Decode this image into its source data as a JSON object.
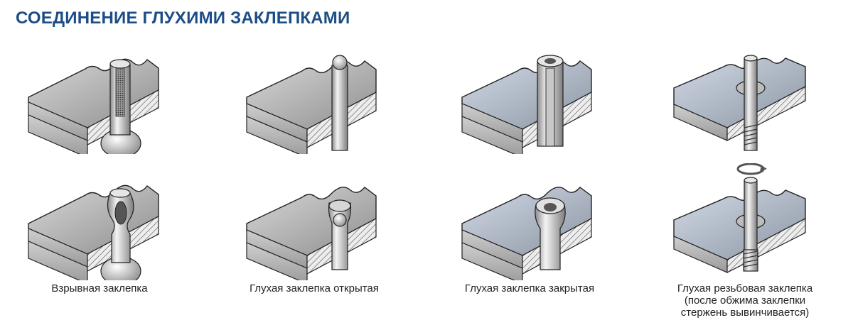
{
  "title": "СОЕДИНЕНИЕ ГЛУХИМИ ЗАКЛЕПКАМИ",
  "figures": [
    {
      "id": "explosive",
      "caption": "Взрывная заклепка"
    },
    {
      "id": "open",
      "caption": "Глухая заклепка открытая"
    },
    {
      "id": "closed",
      "caption": "Глухая заклепка закрытая"
    },
    {
      "id": "threaded",
      "caption_lines": [
        "Глухая резьбовая заклепка",
        "(после обжима заклепки",
        "стержень вывинчивается)"
      ]
    }
  ]
}
